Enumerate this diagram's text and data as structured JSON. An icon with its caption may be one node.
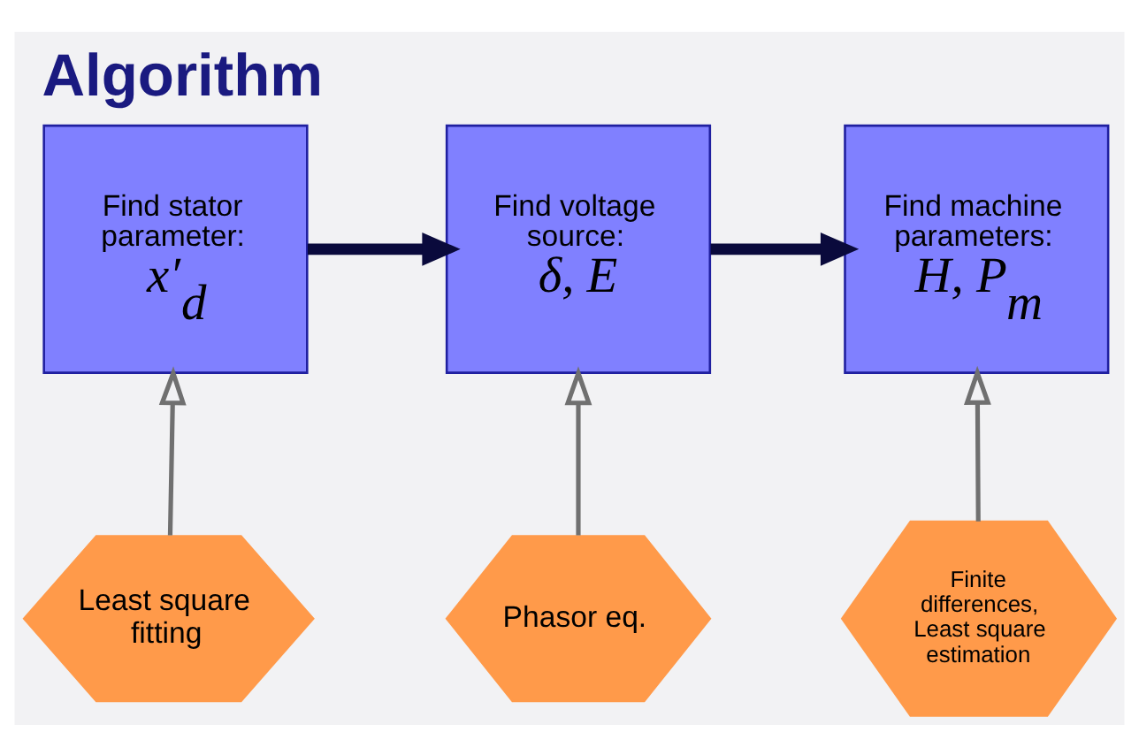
{
  "diagram": {
    "title": "Algorithm",
    "nodes": [
      {
        "text": [
          "Find stator parameter:",
          "x′$_{d}$"
        ]
      },
      {
        "text": [
          "Find voltage source:",
          "δ, E"
        ]
      },
      {
        "text": [
          "Find machine parameters:",
          "H, P$_{m}$"
        ]
      },
      {
        "text": [
          "Least square fitting"
        ]
      },
      {
        "text": [
          "Phasor eq."
        ]
      },
      {
        "text": [
          "Finite differences, Least square estimation"
        ]
      }
    ],
    "edges": [
      {
        "from": 0,
        "to": 1,
        "arrow": "to",
        "style": "thick",
        "color": "#0a0a3c"
      },
      {
        "from": 1,
        "to": 2,
        "arrow": "to",
        "style": "thick",
        "color": "#0a0a3c"
      },
      {
        "from": 3,
        "to": 0,
        "arrow": "to"
      },
      {
        "from": 4,
        "to": 1,
        "arrow": "to"
      },
      {
        "from": 5,
        "to": 2,
        "arrow": "to"
      }
    ]
  }
}
